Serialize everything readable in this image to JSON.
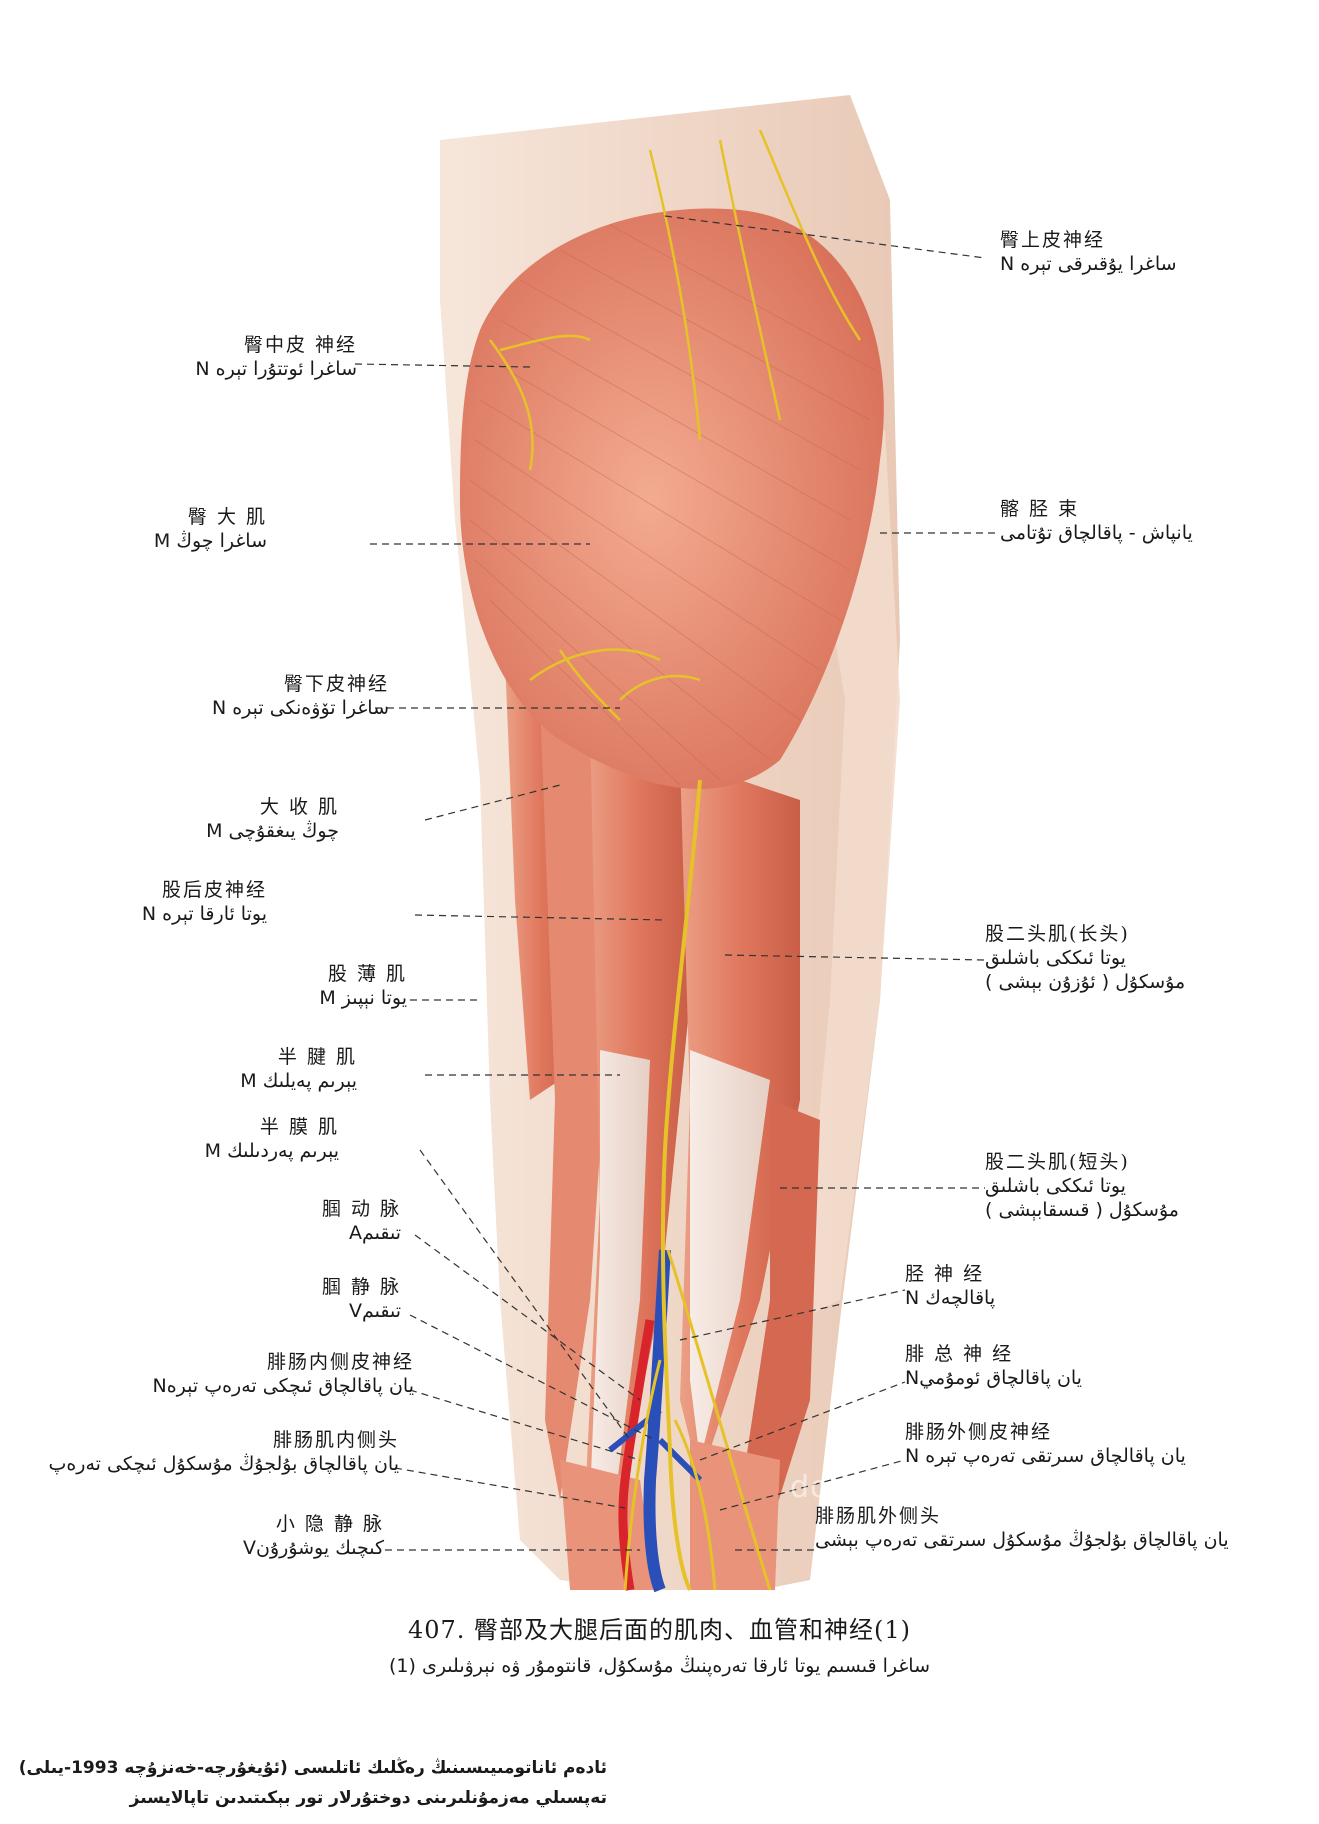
{
  "labels_right": [
    {
      "zh": "臀上皮神经",
      "ug": "ساغرا يۇقىرقى تېرە N"
    },
    {
      "zh": "髂 胫 束",
      "ug": "يانپاش - پاقالچاق تۇتامى"
    },
    {
      "zh": "股二头肌(长头)",
      "ug": "يوتا ئىككى باشلىق",
      "ug2": "مۇسكۇل ( ئۇزۇن بېشى )"
    },
    {
      "zh": "股二头肌(短头)",
      "ug": "يوتا ئىككى باشلىق",
      "ug2": "مۇسكۇل ( قىسقابېشى )"
    },
    {
      "zh": "胫 神 经",
      "ug": "N پاقالچەك"
    },
    {
      "zh": "腓 总 神 经",
      "ug": "يان پاقالچاق ئومۇميN"
    },
    {
      "zh": "腓肠外侧皮神经",
      "ug": "يان پاقالچاق سىرتقى تەرەپ تېرە N"
    },
    {
      "zh": "腓肠肌外侧头",
      "ug": "يان پاقالچاق بۇلجۇڭ مۇسكۇل سىرتقى تەرەپ بېشى"
    }
  ],
  "labels_left": [
    {
      "zh": "臀中皮 神经",
      "ug": "ساغرا ئوتتۇرا تېرە N"
    },
    {
      "zh": "臀 大 肌",
      "ug": "ساغرا چوڭ M"
    },
    {
      "zh": "臀下皮神经",
      "ug": "ساغرا تۆۋەنكى تېرە N"
    },
    {
      "zh": "大 收 肌",
      "ug": "چوڭ يىغقۇچى M"
    },
    {
      "zh": "股后皮神经",
      "ug": "يوتا ئارقا تېرە N"
    },
    {
      "zh": "股 薄 肌",
      "ug": "يوتا نېپىز M"
    },
    {
      "zh": "半 腱 肌",
      "ug": "يېرىم پەيلىك M"
    },
    {
      "zh": "半 膜 肌",
      "ug": "يېرىم پەردىلىك M"
    },
    {
      "zh": "腘 动 脉",
      "ug": "تىقىمA"
    },
    {
      "zh": "腘 静 脉",
      "ug": "تىقىمV"
    },
    {
      "zh": "腓肠内侧皮神经",
      "ug": "يان پاقالچاق ئىچكى تەرەپ تېرەN"
    },
    {
      "zh": "腓肠肌内侧头",
      "ug": "يان پاقالچاق بۇلجۇڭ مۇسكۇل ئىچكى تەرەپ"
    },
    {
      "zh": "小 隐 静 脉",
      "ug": "كىچىك يوشۇرۇنV"
    }
  ],
  "caption": {
    "title": "407.  臀部及大腿后面的肌肉、血管和神经(1)",
    "subtitle": "ساغرا قىسىم يوتا ئارقا تەرەپنىڭ مۇسكۇل، قانتومۇر ۋە نېرۋىلىرى (1)"
  },
  "credit": {
    "line1": "ئادەم ئاناتومىيىسىنىڭ رەڭلىك ئاتلىسى (ئۇيغۇرچە-خەنزۇچە 1993-يىلى)",
    "line2": "تەپسىلي مەزمۇنلىرىنى دوختۇرلار تور بېكىتىدىن تاپالايسىز"
  },
  "watermark": "dohturlar.com",
  "colors": {
    "muscle": "#e07a5f",
    "muscle_light": "#f0a88e",
    "tendon": "#f2e6e0",
    "nerve": "#e6c229",
    "artery": "#d8242b",
    "vein": "#2a4fb8",
    "fascia": "#f1ddd0"
  }
}
